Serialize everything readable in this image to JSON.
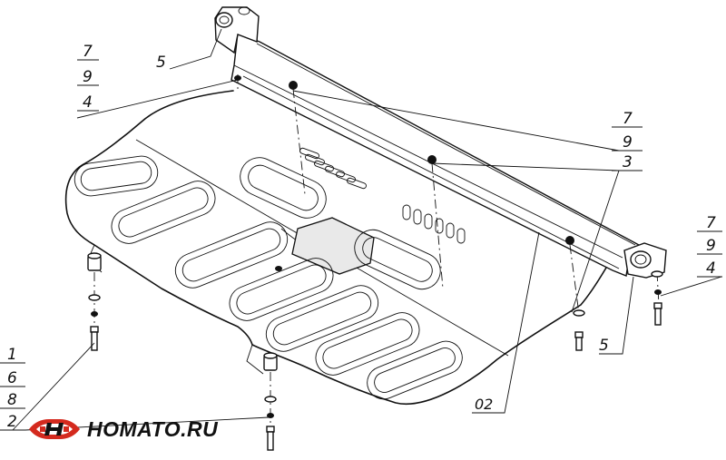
{
  "drawing": {
    "callouts": {
      "top_left_stack": [
        "7",
        "9",
        "4"
      ],
      "top_right_stack": [
        "7",
        "9",
        "3"
      ],
      "right_stack": [
        "7",
        "9",
        "4"
      ],
      "bottom_left_stack": [
        "1",
        "6",
        "8",
        "2"
      ],
      "bracket_label_top": "5",
      "bracket_label_right": "5",
      "plate_label": "02"
    }
  },
  "logo": {
    "text": "HOMATO.RU",
    "accent_color": "#d42a1e",
    "icon": "winged-h-emblem-icon"
  }
}
